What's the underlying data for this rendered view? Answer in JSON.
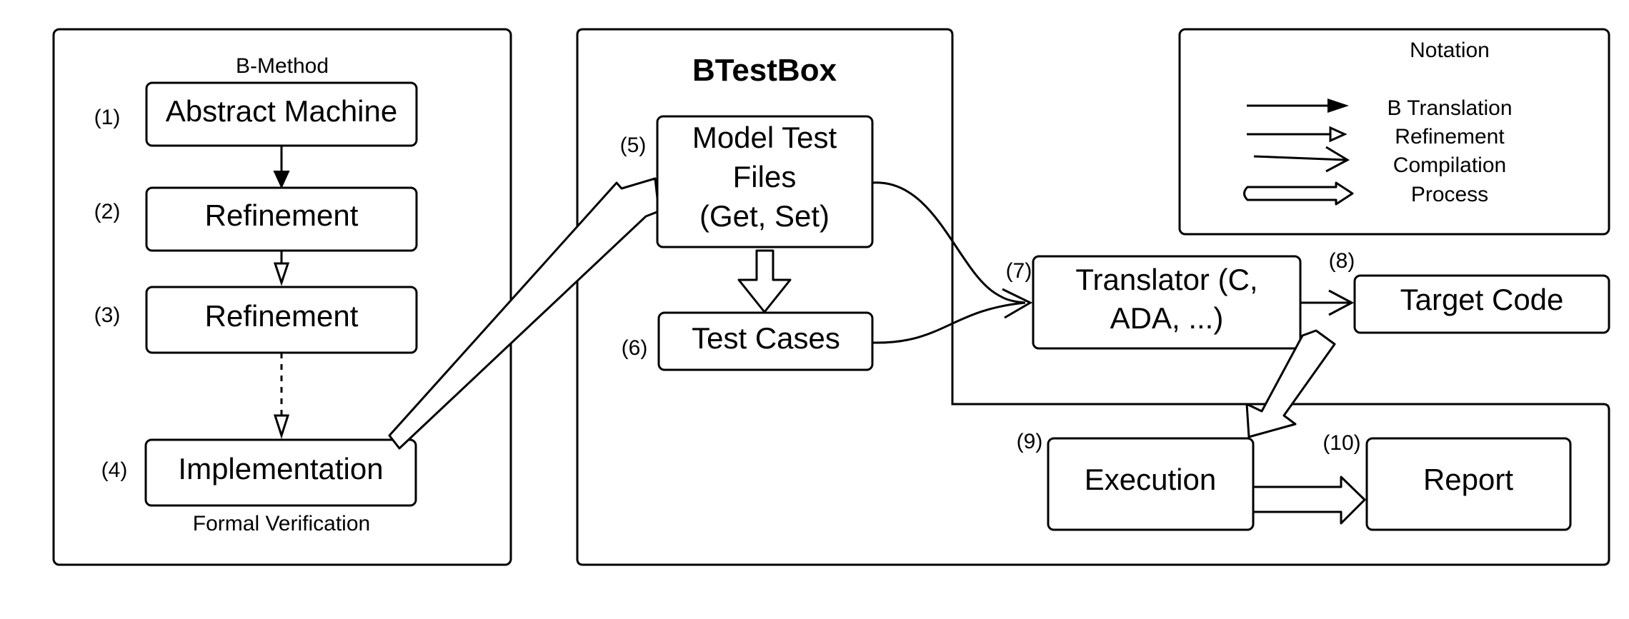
{
  "bmethod": {
    "header": "B-Method",
    "footer": "Formal Verification",
    "steps": [
      {
        "num": "(1)",
        "label": "Abstract Machine"
      },
      {
        "num": "(2)",
        "label": "Refinement"
      },
      {
        "num": "(3)",
        "label": "Refinement"
      },
      {
        "num": "(4)",
        "label": "Implementation"
      }
    ]
  },
  "btestbox": {
    "title": "BTestBox",
    "model": {
      "num": "(5)",
      "line1": "Model Test",
      "line2": "Files",
      "line3": "(Get, Set)"
    },
    "testcases": {
      "num": "(6)",
      "label": "Test Cases"
    }
  },
  "translator": {
    "num": "(7)",
    "line1": "Translator (C,",
    "line2": "ADA, ...)"
  },
  "target": {
    "num": "(8)",
    "label": "Target Code"
  },
  "execution": {
    "num": "(9)",
    "label": "Execution"
  },
  "report": {
    "num": "(10)",
    "label": "Report"
  },
  "notation": {
    "title": "Notation",
    "items": [
      "B Translation",
      "Refinement",
      "Compilation",
      "Process"
    ]
  }
}
